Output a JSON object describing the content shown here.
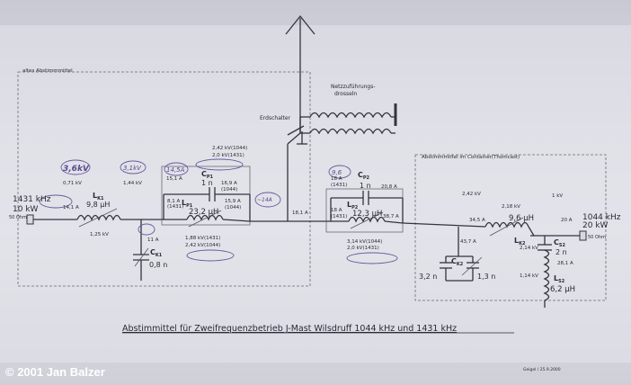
{
  "regions": {
    "old_network": "altes Abstimmmittel",
    "container_network": "Abstimmmittel im Container(Thomcast)",
    "feed_chokes": "Netzzuführungs-\ndrosseln",
    "earth_switch": "Erdschalter"
  },
  "source": {
    "freq": "1431 kHz",
    "power": "10 kW",
    "impedance": "50 Ohm"
  },
  "output": {
    "freq": "1044 kHz",
    "power": "20 kW",
    "impedance": "50 Ohm"
  },
  "components": {
    "LK1": {
      "name": "L",
      "sub": "K1",
      "value": "9,8 µH"
    },
    "CK1": {
      "name": "C",
      "sub": "K1",
      "value": "0,8 n"
    },
    "CP1": {
      "name": "C",
      "sub": "P1",
      "value": "1 n"
    },
    "LP1": {
      "name": "L",
      "sub": "P1",
      "value": "23,2 µH"
    },
    "CP2": {
      "name": "C",
      "sub": "P2",
      "value": "1 n"
    },
    "LP2": {
      "name": "L",
      "sub": "P2",
      "value": "12,3 µH"
    },
    "CK2": {
      "name": "C",
      "sub": "K2",
      "value_left": "3,2 n",
      "value_right": "1,3 n"
    },
    "LK2": {
      "name": "L",
      "sub": "K2",
      "value": "9,6 µH"
    },
    "CS2": {
      "name": "C",
      "sub": "S2",
      "value": "2 n"
    },
    "LS2": {
      "name": "L",
      "sub": "S2",
      "value": "6,2 µH"
    }
  },
  "measurements": {
    "m1": "0,71 kV",
    "m2": "14,1 A",
    "m3": "1,25 kV",
    "m4": "1,44 kV",
    "m5": "15,1 A",
    "m6": "2,42 kV(1044)",
    "m7": "2,0 kV(1431)",
    "m8": "16,9 A",
    "m9": "(1044)",
    "m10": "8,1 A",
    "m11": "(1431)",
    "m12": "15,9 A",
    "m13": "(1044)",
    "m14": "11 A",
    "m15": "1,88 kV(1431)",
    "m16": "2,42 kV(1044)",
    "m17": "18,1 A",
    "m18": "18 A",
    "m19": "(1431)",
    "m20": "20,8 A",
    "m21": "18 A",
    "m22": "(1431)",
    "m23": "38,7 A",
    "m24": "3,14 kV(1044)",
    "m25": "2,0 kV(1431)",
    "m26": "2,42 kV",
    "m27": "2,18 kV",
    "m28": "34,5 A",
    "m29": "43,7 A",
    "m30": "1 kV",
    "m31": "20 A",
    "m32": "2,14 kV",
    "m33": "28,1 A",
    "m34": "1,14 kV"
  },
  "handnotes": {
    "h1": "3,6kV",
    "h2": "3,1kV",
    "h3": "14,5A",
    "h4": "~14A",
    "h5": "9,6"
  },
  "caption": "Abstimmittel für Zweifrequenzbetrieb J-Mast Wilsdruff 1044 kHz und 1431 kHz",
  "signature": "Geigel / 25.9.2000",
  "credit": "© 2001 Jan Balzer"
}
